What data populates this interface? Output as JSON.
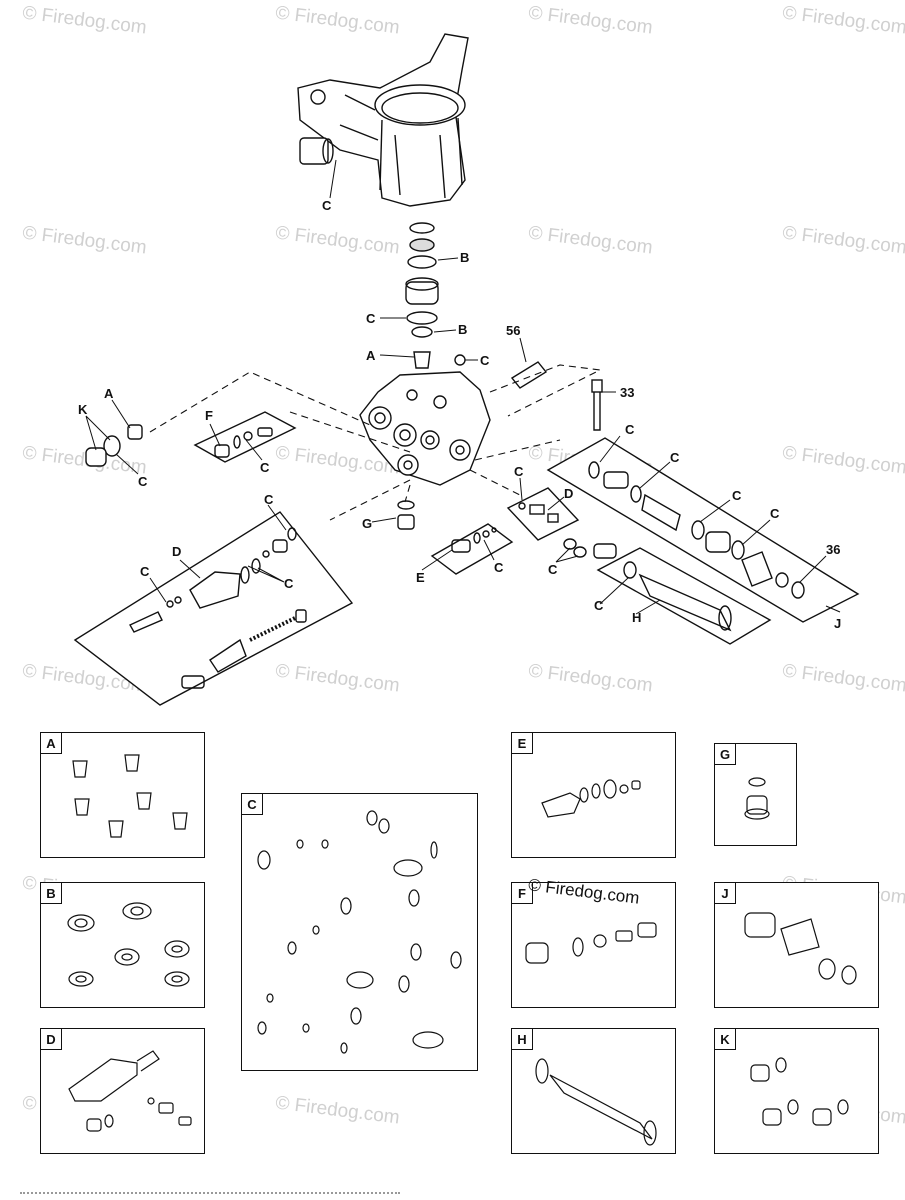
{
  "watermark": "© Firedog.com",
  "brand_logo": "© Firedog.com",
  "callouts": {
    "c_housing": "C",
    "b1": "B",
    "c2": "C",
    "b2": "B",
    "a_top": "A",
    "c3": "C",
    "n56": "56",
    "n33": "33",
    "a_left": "A",
    "k_left": "K",
    "c_left": "C",
    "f_kit": "F",
    "c_f": "C",
    "c_right1": "C",
    "c_right2": "C",
    "c_right3": "C",
    "c_right4": "C",
    "n36": "36",
    "j_kit": "J",
    "c_d2": "C",
    "d2": "D",
    "g": "G",
    "e": "E",
    "c_e": "C",
    "c_h1": "C",
    "c_h2": "C",
    "h": "H",
    "c_dl": "C",
    "d_left": "D",
    "c_dl2": "C",
    "c_dl3": "C"
  },
  "panels": {
    "a": "A",
    "b": "B",
    "c": "C",
    "d": "D",
    "e": "E",
    "f": "F",
    "g": "G",
    "h": "H",
    "j": "J",
    "k": "K"
  }
}
